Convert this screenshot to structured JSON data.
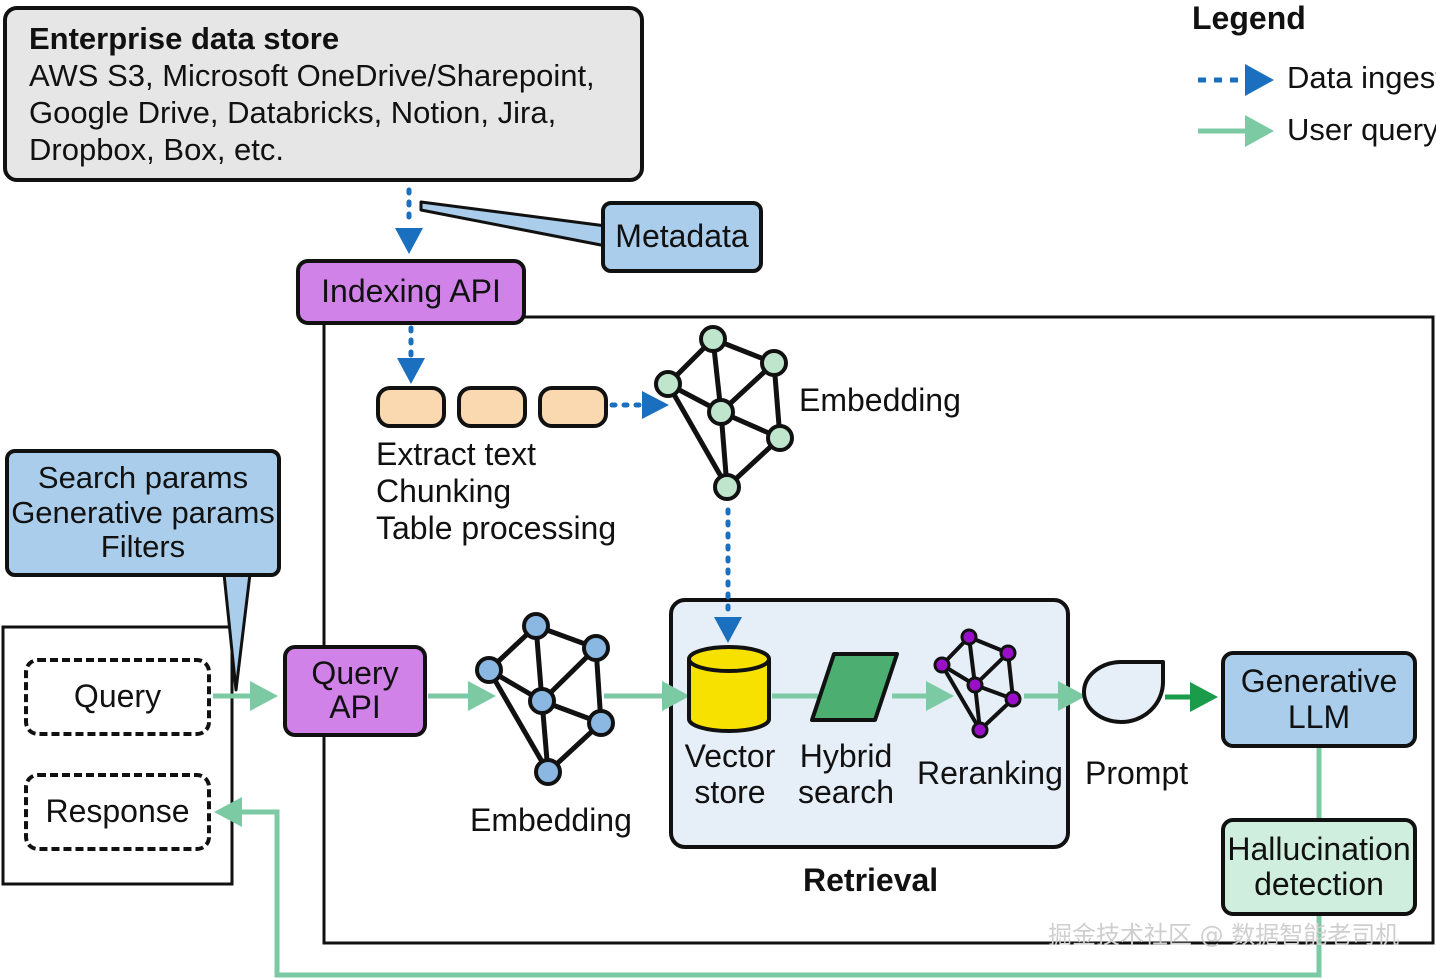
{
  "colors": {
    "ink": "#111111",
    "ingest_blue": "#1a6fbf",
    "query_green": "#7ccaa3",
    "prompt_arrow_green": "#1a9c4a",
    "gray_box": "#e6e6e6",
    "light_blue_box": "#a9cdea",
    "purple_box": "#d182e8",
    "chunk_orange": "#fbd9b0",
    "retrieval_panel": "#e6eef8",
    "vector_yellow": "#f6e100",
    "hybrid_green": "#4dae72",
    "node_green": "#bfe5cd",
    "node_blue": "#8ab8e2",
    "node_purple": "#9a10c8",
    "hallucination_green": "#cfeedd"
  },
  "legend": {
    "title": "Legend",
    "data_ingest": "Data ingest",
    "user_query": "User query"
  },
  "enterprise_store": {
    "title": "Enterprise data store",
    "lines": [
      "AWS S3, Microsoft OneDrive/Sharepoint,",
      "Google Drive, Databricks, Notion, Jira,",
      "Dropbox, Box, etc."
    ]
  },
  "metadata": {
    "label": "Metadata"
  },
  "indexing_api": {
    "label": "Indexing API"
  },
  "processing": {
    "lines": [
      "Extract text",
      "Chunking",
      "Table processing"
    ]
  },
  "embedding_top": {
    "label": "Embedding",
    "icon": "graph-network-icon"
  },
  "embedding_bottom": {
    "label": "Embedding",
    "icon": "graph-network-icon"
  },
  "search_params": {
    "lines": [
      "Search params",
      "Generative params",
      "Filters"
    ]
  },
  "client": {
    "query": "Query",
    "response": "Response"
  },
  "query_api": {
    "lines": [
      "Query",
      "API"
    ]
  },
  "retrieval": {
    "title": "Retrieval",
    "vector_store": [
      "Vector",
      "store"
    ],
    "hybrid_search": [
      "Hybrid",
      "search"
    ],
    "reranking": "Reranking"
  },
  "prompt": {
    "label": "Prompt"
  },
  "generative_llm": {
    "lines": [
      "Generative",
      "LLM"
    ]
  },
  "hallucination": {
    "lines": [
      "Hallucination",
      "detection"
    ]
  },
  "watermark": {
    "text": "掘金技术社区 @ 数据智能老司机"
  }
}
